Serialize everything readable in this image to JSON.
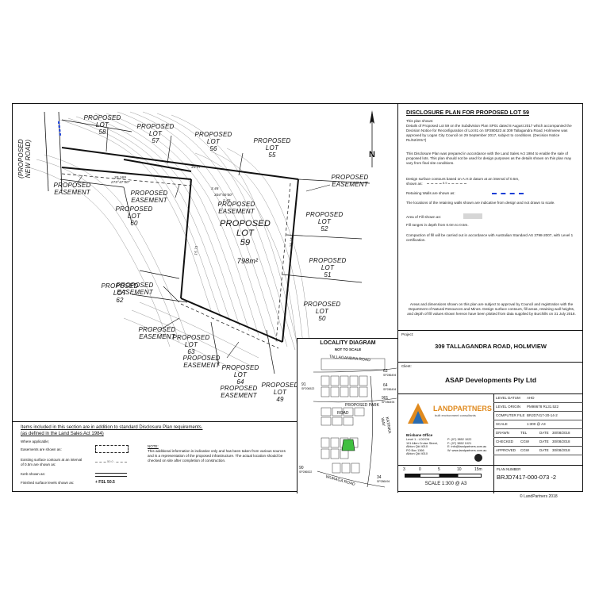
{
  "plan": {
    "road_label": "(PROPOSED NEW ROAD)",
    "north": "N",
    "lot_main": {
      "line1": "PROPOSED",
      "line2": "LOT",
      "number": "59",
      "area": "798m²"
    },
    "lots": [
      {
        "line1": "PROPOSED",
        "line2": "LOT",
        "number": "58"
      },
      {
        "line1": "PROPOSED",
        "line2": "LOT",
        "number": "57"
      },
      {
        "line1": "PROPOSED",
        "line2": "LOT",
        "number": "56"
      },
      {
        "line1": "PROPOSED",
        "line2": "LOT",
        "number": "55"
      },
      {
        "line1": "PROPOSED",
        "line2": "LOT",
        "number": "60"
      },
      {
        "line1": "PROPOSED",
        "line2": "LOT",
        "number": "52"
      },
      {
        "line1": "PROPOSED",
        "line2": "LOT",
        "number": "51"
      },
      {
        "line1": "PROPOSED",
        "line2": "LOT",
        "number": "50"
      },
      {
        "line1": "PROPOSED",
        "line2": "LOT",
        "number": "62"
      },
      {
        "line1": "PROPOSED",
        "line2": "LOT",
        "number": "63"
      },
      {
        "line1": "PROPOSED",
        "line2": "LOT",
        "number": "64"
      },
      {
        "line1": "PROPOSED",
        "line2": "LOT",
        "number": "49"
      }
    ],
    "easement": [
      "PROPOSED",
      "EASEMENT"
    ],
    "dims": [
      "30.169",
      "273°47'00\"",
      "35.37",
      "3.46",
      "304°50'00\"",
      "2.45",
      "28.24",
      "15.71"
    ]
  },
  "locality": {
    "title": "LOCALITY DIAGRAM",
    "subtitle": "NOT TO SCALE",
    "road1": "TALLAGANDRA ROAD",
    "road2": "PROPOSED PARK",
    "road3": "ROAD",
    "road4": "KATINKA WAY",
    "road5": "WURAGA ROAD",
    "lots": [
      {
        "n": "91",
        "sp": "SP206522"
      },
      {
        "n": "63",
        "sp": "SP286494"
      },
      {
        "n": "64",
        "sp": "SP286494"
      },
      {
        "n": "901",
        "sp": "SP286494"
      },
      {
        "n": "90",
        "sp": "SP286522"
      },
      {
        "n": "34",
        "sp": "SP286494"
      }
    ]
  },
  "disclosure": {
    "title": "DISCLOSURE PLAN FOR PROPOSED LOT 59",
    "shows": "This plan shows:",
    "p1": "Details of Proposed Lot 59 on the Subdivision Plan SP01 dated 8 August 2017 which accompanied the Decision Notice for Reconfiguration of Lot 81 on SP280523 at 309 Tallagandra Road, Holmview was approved by Logan City Council on 29 September 2017, subject to conditions. (Decision Notice RL/52/2017)",
    "p2": "This Disclosure Plan was prepared in accordance with the Land Sales Act 1984 to enable the sale of proposed lots. This plan should not be used for design purposes as the details shown on this plan may vary from final site conditions.",
    "p3a": "Design surface contours based on A.H.D datum at an interval of 0.5m,",
    "p3b": "shown as:",
    "contour_sample": "8.5",
    "p4": "Retaining Walls are shown as:",
    "p5": "The locations of the retaining walls shown are indicative from design and not drawn to scale.",
    "p6": "Area of Fill shown as:",
    "p7": "Fill ranges in depth from 0.0m to 0.5m.",
    "p8": "Compaction of fill will be carried out in accordance with Australian Standard AS 3798-2007, with Level 1 certification.",
    "p9": "Areas and dimensions shown on this plan are subject to approval by Council and registration with the Department of Natural Resources and Mines. Design surface contours, fill areas, retaining wall heights, and depth of fill values shown hereon have been plotted from data supplied by Burchills on 31 July 2018."
  },
  "project": {
    "label": "Project:",
    "value": "309 TALLAGANDRA ROAD, HOLMVIEW"
  },
  "client": {
    "label": "Client:",
    "value": "ASAP Developments Pty Ltd"
  },
  "title_block": {
    "logo_main": "LANDPARTNERS",
    "logo_sub": "built environment consultants",
    "office": "Brisbane Office",
    "address": [
      "Level 1 - LOOON",
      "101 Allen Cruise Street,",
      "Albion Qld 4010",
      "PO Box 1366",
      "Albion Qld 4010"
    ],
    "contact": [
      "P: (07) 3852 1022",
      "F: (07) 3852 1021",
      "E: info@landpartners.com.au",
      "W: www.landpartners.com.au"
    ],
    "rows": [
      {
        "label": "LEVEL DATUM",
        "value": "AHD"
      },
      {
        "label": "LEVEL ORIGIN",
        "value": "PM98678  RL31.522"
      },
      {
        "label": "COMPUTER FILE",
        "value": "BRJD7417-20-14-2"
      },
      {
        "label": "SCALE",
        "value": "1:300 @ A3"
      }
    ],
    "sign_rows": [
      {
        "label": "DRAWN",
        "who": "TEL",
        "date_label": "DATE",
        "date": "30/08/2018"
      },
      {
        "label": "CHECKED",
        "who": "CGW",
        "date_label": "DATE",
        "date": "30/08/2018"
      },
      {
        "label": "APPROVED",
        "who": "CGW",
        "date_label": "DATE",
        "date": "30/08/2018"
      }
    ],
    "plan_number_label": "PLAN NUMBER",
    "plan_number": "BRJD7417-000-073  -2"
  },
  "scale_bar": {
    "ticks": [
      "3",
      "0",
      "5",
      "10",
      "15m"
    ],
    "label": "SCALE  1:300 @ A3"
  },
  "legend": {
    "title": "Items included in this section are in addition to standard Disclosure Plan requirements.",
    "subtitle": "(as defined in the Land Sales Act 1984)",
    "where": "Where applicable;",
    "items": [
      {
        "label": "Easements are shown as:"
      },
      {
        "label": "Existing surface contours at an interval of 0.5m are shown as:",
        "sample": "50.0"
      },
      {
        "label": "Kerb shown as:"
      },
      {
        "label": "Finished surface levels shown as:",
        "sample": "+ FSL  50.5"
      }
    ],
    "note_title": "NOTE:",
    "note": "This additional information is indicative only and has been taken from various sources and is a representation of the proposed infrastructure. The actual location should be checked on site after completion of construction."
  },
  "copyright": "© LandPartners 2018"
}
